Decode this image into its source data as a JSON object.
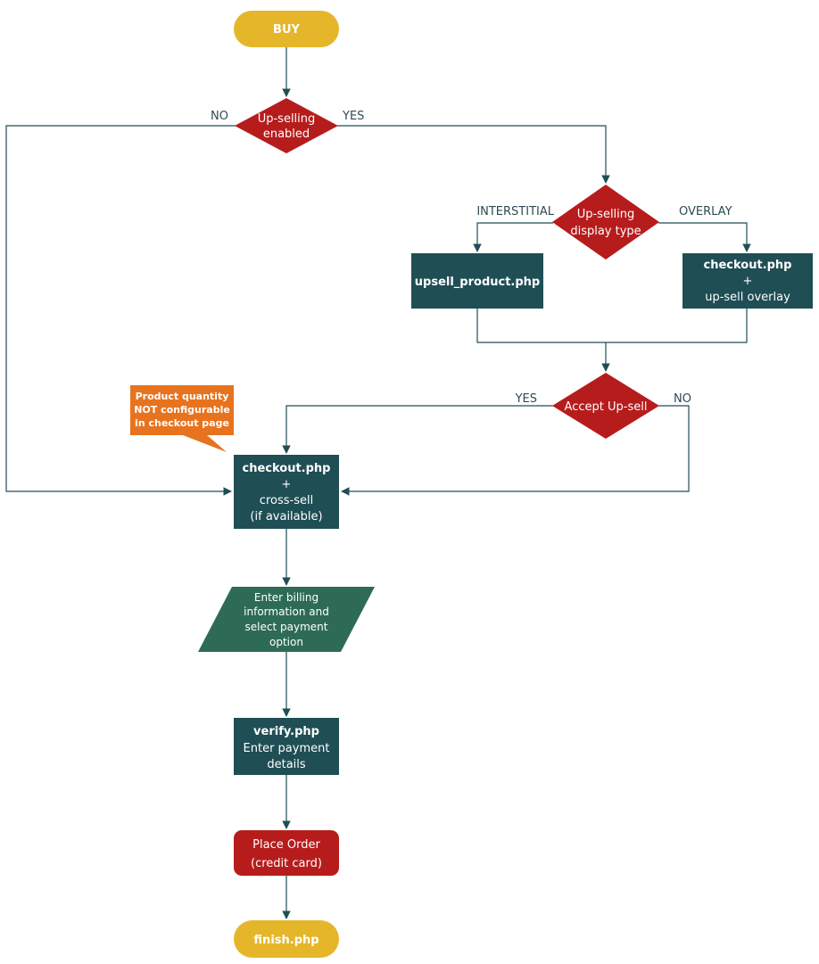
{
  "colors": {
    "terminal": "#e6b62a",
    "decision": "#b71c1c",
    "process": "#1f4e55",
    "io": "#2e6b57",
    "place_order": "#b71c1c",
    "callout": "#e8731f",
    "connector": "#1f4e55",
    "label_text": "#2e4b53"
  },
  "nodes": {
    "buy": {
      "text": "BUY"
    },
    "upselling_enabled": {
      "line1": "Up-selling",
      "line2": "enabled"
    },
    "display_type": {
      "line1": "Up-selling",
      "line2": "display type"
    },
    "upsell_product": {
      "text": "upsell_product.php"
    },
    "checkout_overlay": {
      "line1": "checkout.php",
      "line2": "+",
      "line3": "up-sell overlay"
    },
    "accept_upsell": {
      "text": "Accept Up-sell"
    },
    "checkout_crosssell": {
      "line1": "checkout.php",
      "line2": "+",
      "line3": "cross-sell",
      "line4": "(if available)"
    },
    "billing": {
      "line1": "Enter billing",
      "line2": "information and",
      "line3": "select payment",
      "line4": "option"
    },
    "verify": {
      "line1": "verify.php",
      "line2": "Enter payment",
      "line3": "details"
    },
    "place_order": {
      "line1": "Place Order",
      "line2": "(credit card)"
    },
    "finish": {
      "text": "finish.php"
    }
  },
  "edge_labels": {
    "no_upsell": "NO",
    "yes_upsell": "YES",
    "interstitial": "INTERSTITIAL",
    "overlay": "OVERLAY",
    "yes_accept": "YES",
    "no_accept": "NO"
  },
  "callout": {
    "line1": "Product quantity",
    "line2": "NOT configurable",
    "line3": "in checkout page"
  }
}
